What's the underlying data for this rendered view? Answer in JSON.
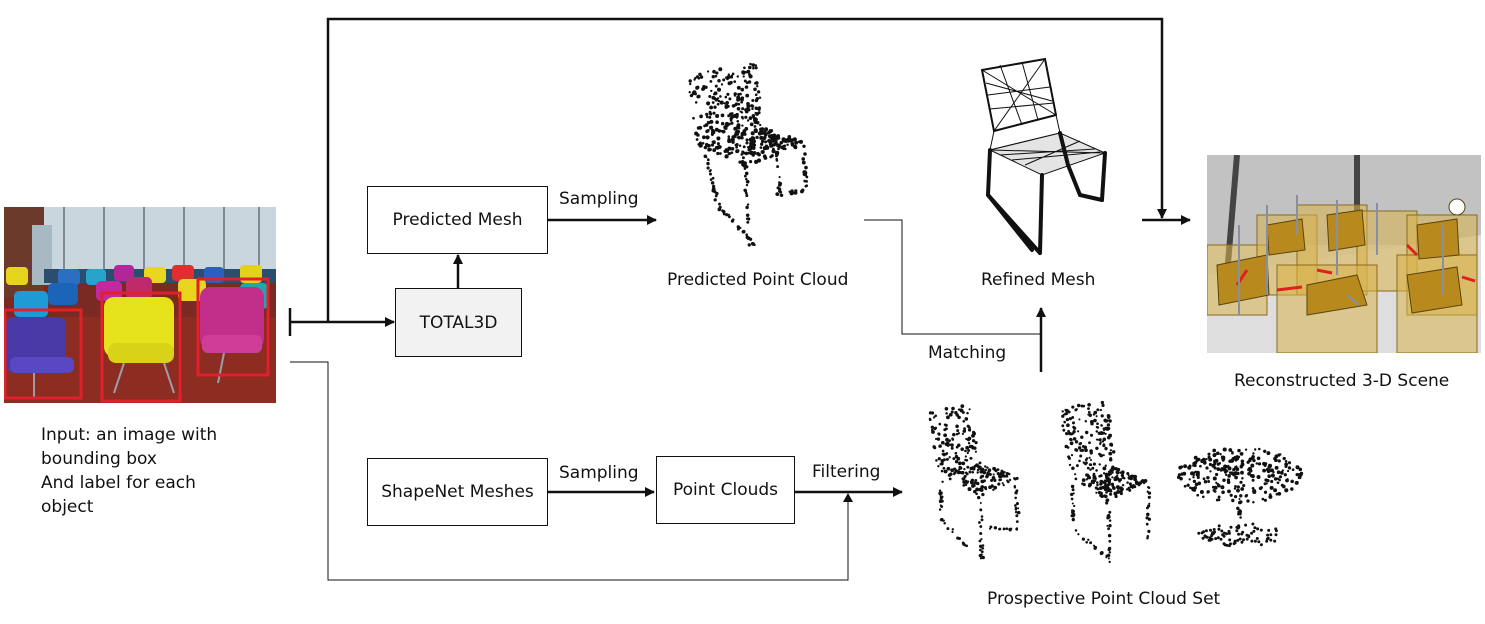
{
  "boxes": {
    "predicted_mesh": "Predicted Mesh",
    "total3d": "TOTAL3D",
    "shapenet_meshes": "ShapeNet Meshes",
    "point_clouds": "Point Clouds"
  },
  "edge_labels": {
    "sampling_top": "Sampling",
    "sampling_bottom": "Sampling",
    "filtering": "Filtering",
    "matching": "Matching"
  },
  "captions": {
    "predicted_point_cloud": "Predicted Point Cloud",
    "refined_mesh": "Refined Mesh",
    "reconstructed_scene": "Reconstructed 3-D Scene",
    "prospective_set": "Prospective Point Cloud Set",
    "input": [
      "Input: an image with",
      "bounding box",
      "And label for each",
      "object"
    ]
  },
  "colors": {
    "bbox": "#e0202a",
    "node_fill_gray": "#f2f2f2",
    "scene_box": "#d9b24a"
  }
}
